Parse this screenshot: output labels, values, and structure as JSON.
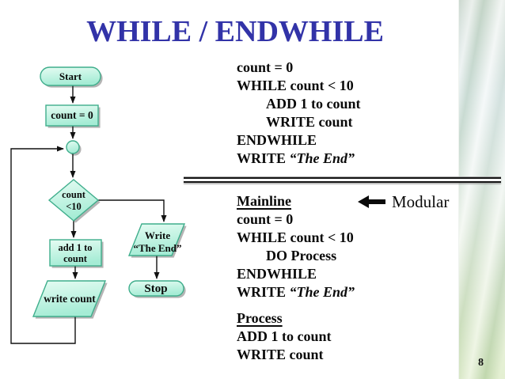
{
  "slide": {
    "title": "WHILE / ENDWHILE",
    "page_number": "8"
  },
  "colors": {
    "title_blue": "#3233a8",
    "shape_fill_top": "#e6fcf3",
    "shape_fill_bottom": "#a5ecd5",
    "shape_border": "#3fae8c",
    "strip_blue": "#d7e5e8",
    "strip_green": "#c3dc9b",
    "line_black": "#111111"
  },
  "flowchart": {
    "start_label": "Start",
    "init_label": "count = 0",
    "decision_line1": "count",
    "decision_line2": "<10",
    "process_line1": "add 1 to",
    "process_line2": "count",
    "write_count_label": "write count",
    "write_end_line1": "Write",
    "write_end_line2": "“The End”",
    "stop_label": "Stop"
  },
  "pseudocode": {
    "block1": {
      "line1": "count = 0",
      "line2": "WHILE count < 10",
      "line3": "ADD 1 to count",
      "line4": "WRITE count",
      "line5": "ENDWHILE",
      "line6_pre": "WRITE ",
      "line6_italic": "“The End”"
    },
    "block2": {
      "heading": "Mainline",
      "line1": "count = 0",
      "line2": "WHILE count < 10",
      "line3": "DO Process",
      "line4": "ENDWHILE",
      "line5_pre": "WRITE ",
      "line5_italic": "“The End”"
    },
    "block3": {
      "heading": "Process",
      "line1": "ADD 1 to count",
      "line2": "WRITE count"
    }
  },
  "annotation": {
    "icon": "left-arrow-icon",
    "label": "Modular"
  }
}
